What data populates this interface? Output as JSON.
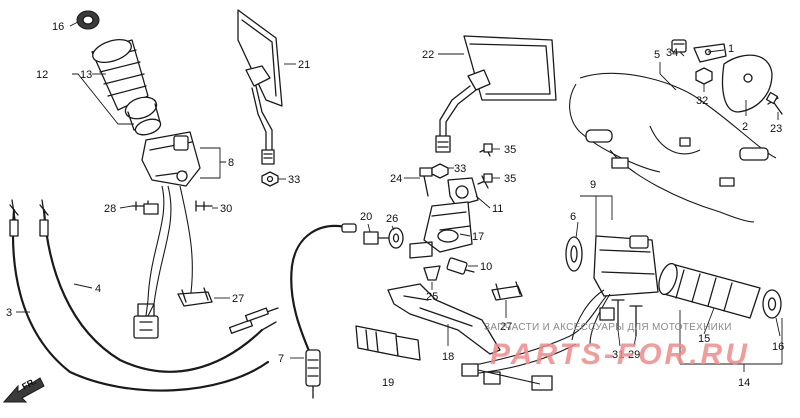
{
  "diagram": {
    "front_marker": "FR.",
    "watermark": {
      "caption": "ЗАПЧАСТИ И АКСЕССУАРЫ ДЛЯ МОТОТЕХНИКИ",
      "logo_text": "PARTS-FOR.RU"
    },
    "callouts": {
      "c16a": "16",
      "c13": "13",
      "c12": "12",
      "c8": "8",
      "c28": "28",
      "c30": "30",
      "c21": "21",
      "c33a": "33",
      "c3": "3",
      "c4": "4",
      "c27a": "27",
      "c7": "7",
      "c22": "22",
      "c35a": "35",
      "c33b": "33",
      "c24": "24",
      "c35b": "35",
      "c11": "11",
      "c20": "20",
      "c26": "26",
      "c17": "17",
      "c10": "10",
      "c25": "25",
      "c18": "18",
      "c19": "19",
      "c27b": "27",
      "c5": "5",
      "c34": "34",
      "c1": "1",
      "c32": "32",
      "c2": "2",
      "c23": "23",
      "c9": "9",
      "c6": "6",
      "c15": "15",
      "c31": "31",
      "c29": "29",
      "c16b": "16",
      "c14": "14"
    }
  }
}
